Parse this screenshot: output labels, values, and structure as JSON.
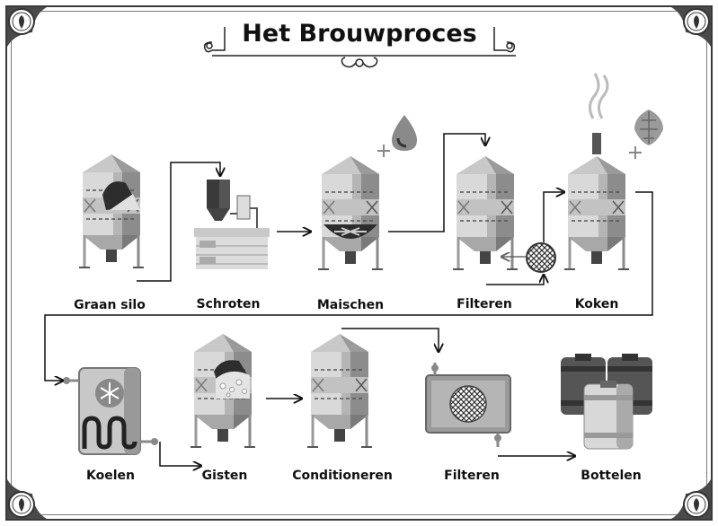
{
  "title": "Het Brouwproces",
  "steps": [
    {
      "label": "Graan silo"
    },
    {
      "label": "Schroten"
    },
    {
      "label": "Maischen"
    },
    {
      "label": "Filteren"
    },
    {
      "label": "Koken"
    },
    {
      "label": "Koelen"
    },
    {
      "label": "Gisten"
    },
    {
      "label": "Conditioneren"
    },
    {
      "label": "Filteren"
    },
    {
      "label": "Bottelen"
    }
  ],
  "icons": {
    "corner": "hop-emblem-icon",
    "water": "water-drop-icon",
    "hop": "hop-cone-icon",
    "cooler": "snowflake-icon",
    "filter": "mesh-filter-icon",
    "kegs": "keg-icon"
  }
}
